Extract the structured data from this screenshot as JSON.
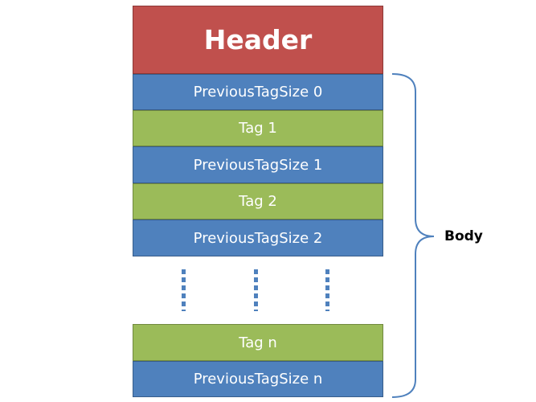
{
  "diagram": {
    "header": "Header",
    "blocks": [
      {
        "label": "PreviousTagSize 0",
        "kind": "blue"
      },
      {
        "label": "Tag 1",
        "kind": "green"
      },
      {
        "label": "PreviousTagSize 1",
        "kind": "blue"
      },
      {
        "label": "Tag 2",
        "kind": "green"
      },
      {
        "label": "PreviousTagSize 2",
        "kind": "blue"
      }
    ],
    "tail_blocks": [
      {
        "label": "Tag n",
        "kind": "green"
      },
      {
        "label": "PreviousTagSize n",
        "kind": "blue"
      }
    ],
    "brace_label": "Body"
  },
  "colors": {
    "header": "#c0504d",
    "blue": "#4f81bd",
    "green": "#9bbb59",
    "brace": "#4f81bd"
  }
}
